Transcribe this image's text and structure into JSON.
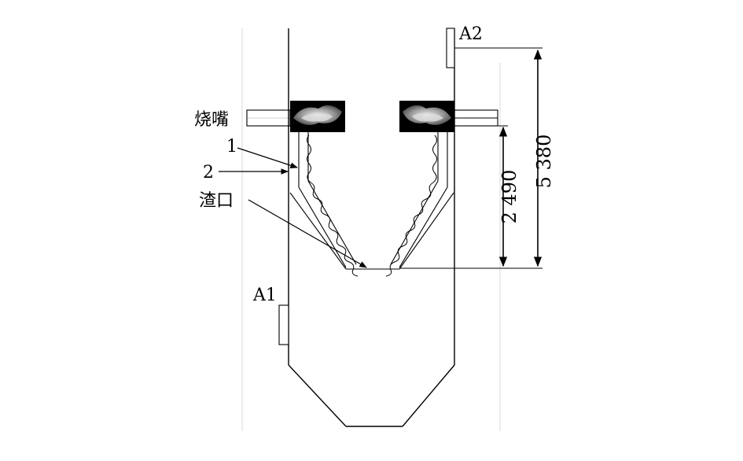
{
  "labels": {
    "burner": "烧嘴",
    "item1": "1",
    "item2": "2",
    "slag_outlet": "渣口",
    "a1": "A1",
    "a2": "A2"
  },
  "dimensions": {
    "burner_to_outlet": "2 490",
    "a2_to_outlet": "5 380"
  },
  "colors": {
    "line": "#000000",
    "background": "#ffffff"
  },
  "icons": {
    "burner_flame_left": "flame-icon",
    "burner_flame_right": "flame-icon"
  }
}
